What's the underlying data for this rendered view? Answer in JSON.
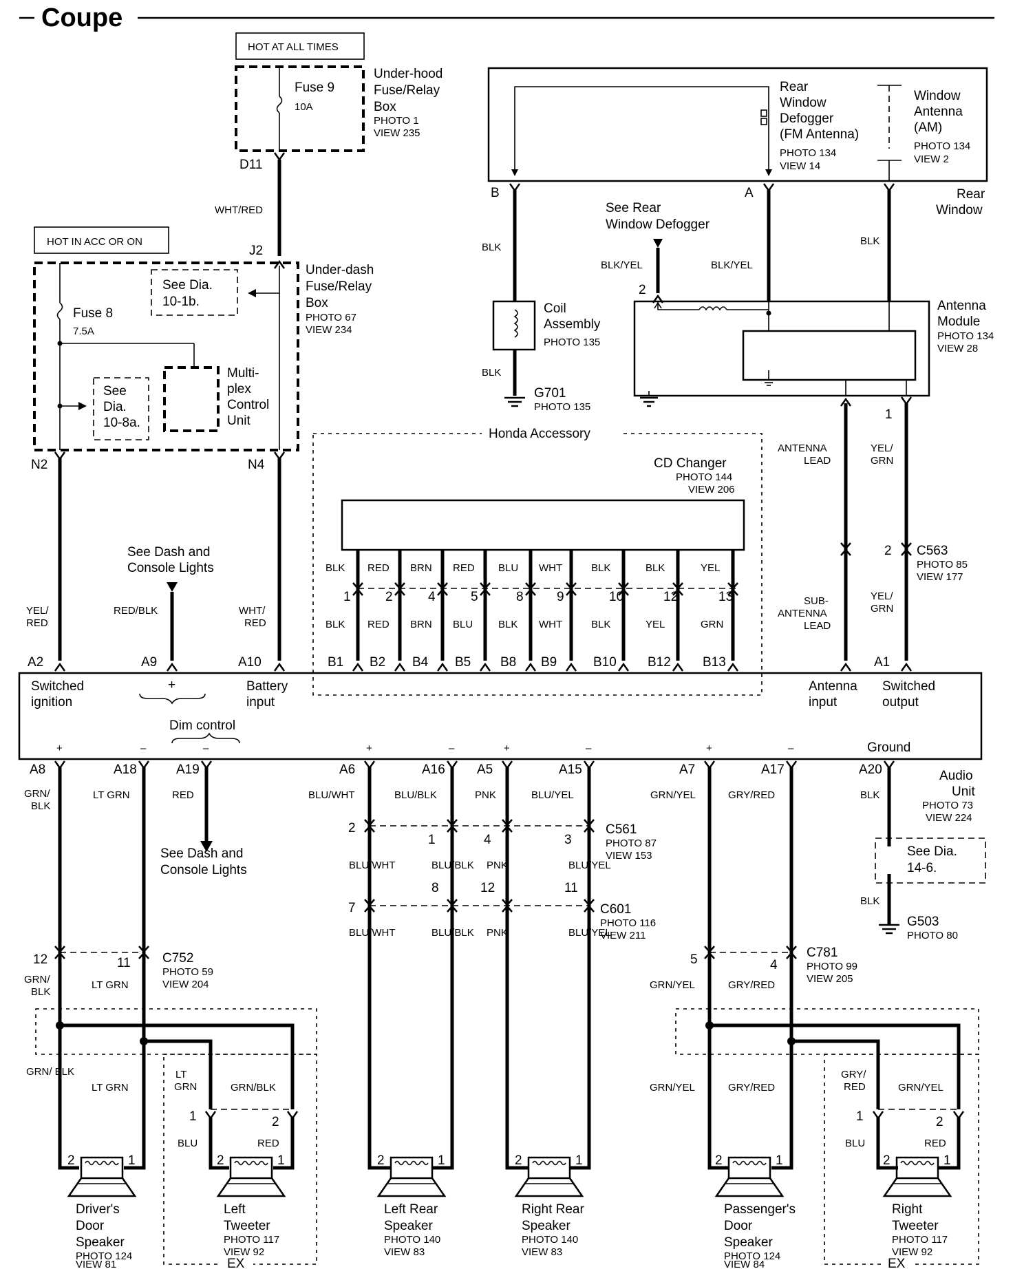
{
  "title": "Coupe",
  "power": {
    "hot_all_times": "HOT AT ALL TIMES",
    "hot_acc_on": "HOT IN ACC OR ON",
    "fuse9": "Fuse 9",
    "fuse9_amp": "10A",
    "underhood_box": [
      "Under-hood",
      "Fuse/Relay",
      "Box"
    ],
    "underhood_photo": "PHOTO 1",
    "underhood_view": "VIEW 235",
    "d11": "D11",
    "wht_red": "WHT/RED",
    "j2": "J2",
    "underdash_box": [
      "Under-dash",
      "Fuse/Relay",
      "Box"
    ],
    "underdash_photo": "PHOTO 67",
    "underdash_view": "VIEW 234",
    "see_10_1b": [
      "See Dia.",
      "10-1b."
    ],
    "fuse8": "Fuse 8",
    "fuse8_amp": "7.5A",
    "see_10_8a": [
      "See",
      "Dia.",
      "10-8a."
    ],
    "mcu": [
      "Multi-",
      "plex",
      "Control",
      "Unit"
    ],
    "n2": "N2",
    "n4": "N4"
  },
  "antenna": {
    "defogger": [
      "Rear",
      "Window",
      "Defogger",
      "(FM Antenna)"
    ],
    "defogger_photo": "PHOTO 134",
    "defogger_view": "VIEW 14",
    "window_ant": [
      "Window",
      "Antenna",
      "(AM)"
    ],
    "window_ant_photo": "PHOTO 134",
    "window_ant_view": "VIEW 2",
    "rear_window": [
      "Rear",
      "Window"
    ],
    "b": "B",
    "a": "A",
    "blk": "BLK",
    "blk_yel": "BLK/YEL",
    "see_defogger": [
      "See Rear",
      "Window Defogger"
    ],
    "pin2": "2",
    "coil": [
      "Coil",
      "Assembly"
    ],
    "coil_photo": "PHOTO 135",
    "g701": "G701",
    "g701_photo": "PHOTO 135",
    "module": [
      "Antenna",
      "Module"
    ],
    "module_photo": "PHOTO 134",
    "module_view": "VIEW 28",
    "pin1": "1",
    "antenna_lead": [
      "ANTENNA",
      "LEAD"
    ],
    "yel_grn": [
      "YEL/",
      "GRN"
    ],
    "c563": "C563",
    "c563_pin": "2",
    "c563_photo": "PHOTO 85",
    "c563_view": "VIEW 177",
    "sub_lead": [
      "SUB-",
      "ANTENNA",
      "LEAD"
    ]
  },
  "cd": {
    "honda_accessory": "Honda Accessory",
    "changer": "CD Changer",
    "changer_photo": "PHOTO 144",
    "changer_view": "VIEW 206",
    "top_colors": [
      "BLK",
      "RED",
      "BRN",
      "RED",
      "BLU",
      "WHT",
      "BLK",
      "BLK",
      "YEL"
    ],
    "pins": [
      "1",
      "2",
      "4",
      "5",
      "8",
      "9",
      "10",
      "12",
      "13"
    ],
    "bottom_colors": [
      "BLK",
      "RED",
      "BRN",
      "BLU",
      "BLK",
      "WHT",
      "BLK",
      "YEL",
      "GRN"
    ],
    "terms": [
      "B1",
      "B2",
      "B4",
      "B5",
      "B8",
      "B9",
      "B10",
      "B12",
      "B13"
    ]
  },
  "audio": {
    "see_dash_top": [
      "See Dash and",
      "Console Lights"
    ],
    "yel_red": [
      "YEL/",
      "RED"
    ],
    "red_blk": "RED/BLK",
    "wht_red2": [
      "WHT/",
      "RED"
    ],
    "a2": "A2",
    "a9": "A9",
    "a10": "A10",
    "a1": "A1",
    "switched_ignition": [
      "Switched",
      "ignition"
    ],
    "plus": "+",
    "minus": "–",
    "battery_input": [
      "Battery",
      "input"
    ],
    "dim_control": "Dim control",
    "antenna_input": [
      "Antenna",
      "input"
    ],
    "switched_output": [
      "Switched",
      "output"
    ],
    "ground": "Ground",
    "unit": [
      "Audio",
      "Unit"
    ],
    "unit_photo": "PHOTO 73",
    "unit_view": "VIEW 224"
  },
  "outputs": {
    "terms": [
      "A8",
      "A18",
      "A19",
      "A6",
      "A16",
      "A5",
      "A15",
      "A7",
      "A17",
      "A20"
    ],
    "colors": [
      "GRN/\nBLK",
      "LT GRN",
      "RED",
      "BLU/WHT",
      "BLU/BLK",
      "PNK",
      "BLU/YEL",
      "GRN/YEL",
      "GRY/RED",
      "BLK"
    ],
    "see_dash_bottom": [
      "See Dash and",
      "Console Lights"
    ],
    "c561": "C561",
    "c561_photo": "PHOTO 87",
    "c561_view": "VIEW 153",
    "c561_pins": [
      "2",
      "1",
      "4",
      "3"
    ],
    "c601": "C601",
    "c601_photo": "PHOTO 116",
    "c601_view": "VIEW 211",
    "c601_pins": [
      "7",
      "8",
      "12",
      "11"
    ],
    "see_14_6": [
      "See Dia.",
      "14-6."
    ],
    "g503": "G503",
    "g503_photo": "PHOTO 80",
    "c752": "C752",
    "c752_photo": "PHOTO 59",
    "c752_view": "VIEW 204",
    "c752_pins": [
      "12",
      "11"
    ],
    "c781": "C781",
    "c781_photo": "PHOTO 99",
    "c781_view": "VIEW 205",
    "c781_pins": [
      "5",
      "4"
    ]
  },
  "speakers": {
    "drivers": [
      "Driver's",
      "Door",
      "Speaker"
    ],
    "drivers_photo": "PHOTO 124",
    "drivers_view": "VIEW 81",
    "left_tweeter": [
      "Left",
      "Tweeter"
    ],
    "left_tweeter_photo": "PHOTO 117",
    "left_tweeter_view": "VIEW 92",
    "left_rear": [
      "Left Rear",
      "Speaker"
    ],
    "left_rear_photo": "PHOTO 140",
    "left_rear_view": "VIEW 83",
    "right_rear": [
      "Right Rear",
      "Speaker"
    ],
    "right_rear_photo": "PHOTO 140",
    "right_rear_view": "VIEW 83",
    "passenger": [
      "Passenger's",
      "Door",
      "Speaker"
    ],
    "passenger_photo": "PHOTO 124",
    "passenger_view": "VIEW 84",
    "right_tweeter": [
      "Right",
      "Tweeter"
    ],
    "right_tweeter_photo": "PHOTO 117",
    "right_tweeter_view": "VIEW 92",
    "ex": "EX",
    "lt_grn_split": [
      "LT",
      "GRN"
    ],
    "grn_blk": "GRN/BLK",
    "gry_red_split": [
      "GRY/",
      "RED"
    ],
    "blu": "BLU",
    "red": "RED",
    "grn_yel": "GRN/YEL",
    "gry_red": "GRY/RED",
    "lt_grn": "LT GRN",
    "pin1": "1",
    "pin2": "2"
  }
}
